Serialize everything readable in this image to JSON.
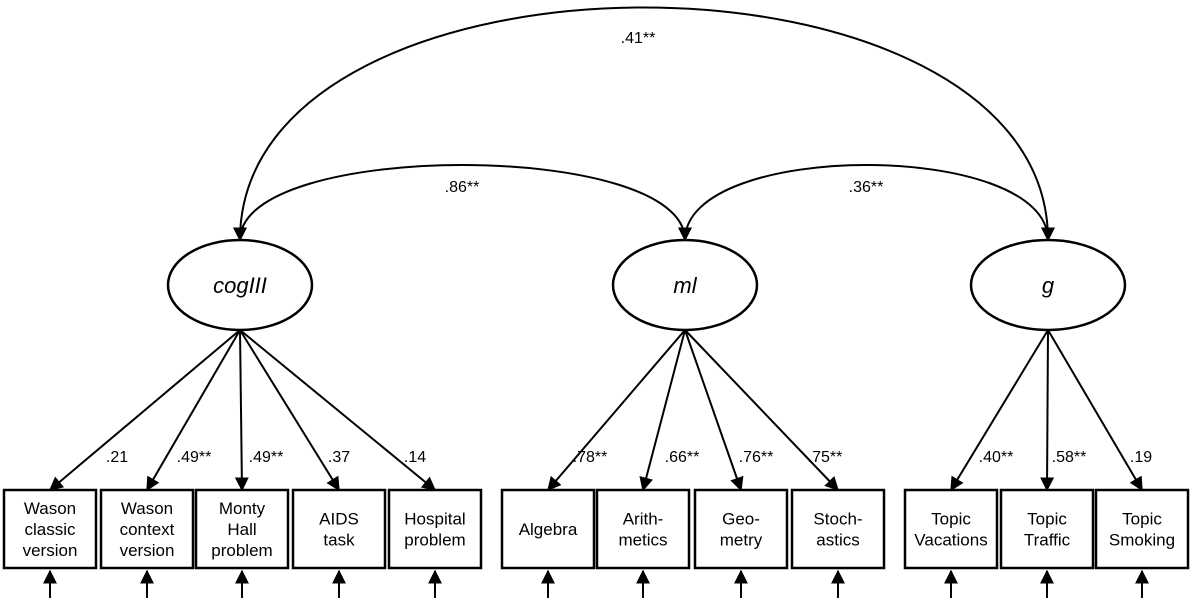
{
  "latent_variables": [
    {
      "id": "cog",
      "label": "cogIII"
    },
    {
      "id": "ml",
      "label": "ml"
    },
    {
      "id": "g",
      "label": "g"
    }
  ],
  "observed_variables": [
    {
      "id": "o1",
      "lines": [
        "Wason",
        "classic",
        "version"
      ]
    },
    {
      "id": "o2",
      "lines": [
        "Wason",
        "context",
        "version"
      ]
    },
    {
      "id": "o3",
      "lines": [
        "Monty",
        "Hall",
        "problem"
      ]
    },
    {
      "id": "o4",
      "lines": [
        "AIDS",
        "task"
      ]
    },
    {
      "id": "o5",
      "lines": [
        "Hospital",
        "problem"
      ]
    },
    {
      "id": "o6",
      "lines": [
        "Algebra"
      ]
    },
    {
      "id": "o7",
      "lines": [
        "Arith-",
        "metics"
      ]
    },
    {
      "id": "o8",
      "lines": [
        "Geo-",
        "metry"
      ]
    },
    {
      "id": "o9",
      "lines": [
        "Stoch-",
        "astics"
      ]
    },
    {
      "id": "o10",
      "lines": [
        "Topic",
        "Vacations"
      ]
    },
    {
      "id": "o11",
      "lines": [
        "Topic",
        "Traffic"
      ]
    },
    {
      "id": "o12",
      "lines": [
        "Topic",
        "Smoking"
      ]
    }
  ],
  "loadings": [
    {
      "from": "cog",
      "to": "o1",
      "value": ".21"
    },
    {
      "from": "cog",
      "to": "o2",
      "value": ".49**"
    },
    {
      "from": "cog",
      "to": "o3",
      "value": ".49**"
    },
    {
      "from": "cog",
      "to": "o4",
      "value": ".37"
    },
    {
      "from": "cog",
      "to": "o5",
      "value": ".14"
    },
    {
      "from": "ml",
      "to": "o6",
      "value": ".78**"
    },
    {
      "from": "ml",
      "to": "o7",
      "value": ".66**"
    },
    {
      "from": "ml",
      "to": "o8",
      "value": ".76**"
    },
    {
      "from": "ml",
      "to": "o9",
      "value": ".75**"
    },
    {
      "from": "g",
      "to": "o10",
      "value": ".40**"
    },
    {
      "from": "g",
      "to": "o11",
      "value": ".58**"
    },
    {
      "from": "g",
      "to": "o12",
      "value": ".19"
    }
  ],
  "correlations": [
    {
      "from": "cog",
      "to": "ml",
      "value": ".86**"
    },
    {
      "from": "ml",
      "to": "g",
      "value": ".36**"
    },
    {
      "from": "cog",
      "to": "g",
      "value": ".41**"
    }
  ]
}
